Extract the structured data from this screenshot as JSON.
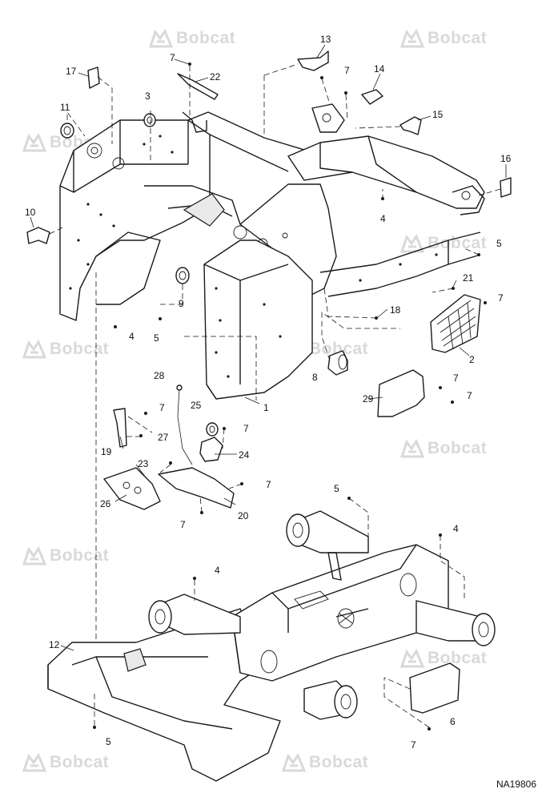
{
  "watermark": {
    "text": "Bobcat",
    "color": "#d9d9d9"
  },
  "figure_id": "NA19806",
  "callouts": [
    {
      "id": "c1",
      "text": "1"
    },
    {
      "id": "c2",
      "text": "2"
    },
    {
      "id": "c3",
      "text": "3"
    },
    {
      "id": "c4a",
      "text": "4"
    },
    {
      "id": "c4b",
      "text": "4"
    },
    {
      "id": "c4c",
      "text": "4"
    },
    {
      "id": "c4d",
      "text": "4"
    },
    {
      "id": "c5a",
      "text": "5"
    },
    {
      "id": "c5b",
      "text": "5"
    },
    {
      "id": "c5c",
      "text": "5"
    },
    {
      "id": "c5d",
      "text": "5"
    },
    {
      "id": "c6",
      "text": "6"
    },
    {
      "id": "c7a",
      "text": "7"
    },
    {
      "id": "c7b",
      "text": "7"
    },
    {
      "id": "c7c",
      "text": "7"
    },
    {
      "id": "c7d",
      "text": "7"
    },
    {
      "id": "c7e",
      "text": "7"
    },
    {
      "id": "c7f",
      "text": "7"
    },
    {
      "id": "c7g",
      "text": "7"
    },
    {
      "id": "c7h",
      "text": "7"
    },
    {
      "id": "c7i",
      "text": "7"
    },
    {
      "id": "c7j",
      "text": "7"
    },
    {
      "id": "c8",
      "text": "8"
    },
    {
      "id": "c9",
      "text": "9"
    },
    {
      "id": "c10",
      "text": "10"
    },
    {
      "id": "c11",
      "text": "11"
    },
    {
      "id": "c12",
      "text": "12"
    },
    {
      "id": "c13",
      "text": "13"
    },
    {
      "id": "c14",
      "text": "14"
    },
    {
      "id": "c15",
      "text": "15"
    },
    {
      "id": "c16",
      "text": "16"
    },
    {
      "id": "c17",
      "text": "17"
    },
    {
      "id": "c18",
      "text": "18"
    },
    {
      "id": "c19",
      "text": "19"
    },
    {
      "id": "c20",
      "text": "20"
    },
    {
      "id": "c21",
      "text": "21"
    },
    {
      "id": "c22",
      "text": "22"
    },
    {
      "id": "c23",
      "text": "23"
    },
    {
      "id": "c24",
      "text": "24"
    },
    {
      "id": "c25",
      "text": "25"
    },
    {
      "id": "c26",
      "text": "26"
    },
    {
      "id": "c27",
      "text": "27"
    },
    {
      "id": "c28",
      "text": "28"
    },
    {
      "id": "c29",
      "text": "29"
    }
  ]
}
